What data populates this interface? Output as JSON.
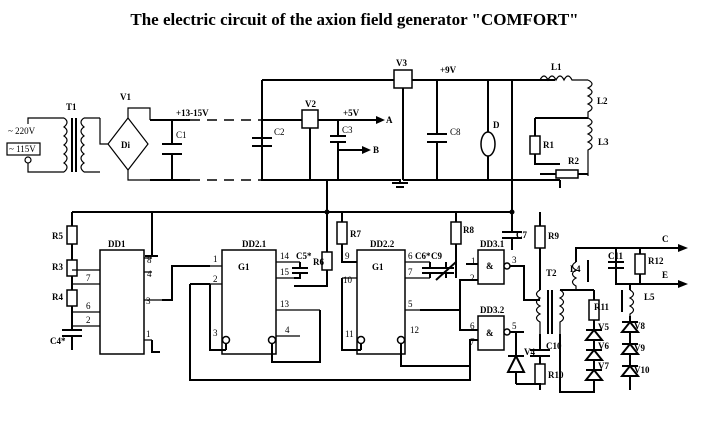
{
  "title": "The electric circuit of the axion field generator \"COMFORT\"",
  "labels": {
    "t1": "T1",
    "v1": "V1",
    "v1_glyph": "Di",
    "mains_220": "~ 220V",
    "mains_115": "~ 115V",
    "c1": "C1",
    "vin": "+13-15V",
    "c2": "C2",
    "v2": "V2",
    "p5v": "+5V",
    "a": "A",
    "b": "B",
    "c3": "C3",
    "v3": "V3",
    "p9v": "+9V",
    "c8": "C8",
    "d": "D",
    "l1": "L1",
    "l2": "L2",
    "l3": "L3",
    "r1": "R1",
    "r2": "R2",
    "r5": "R5",
    "dd1": "DD1",
    "r3": "R3",
    "r4": "R4",
    "c4": "C4*",
    "dd21": "DD2.1",
    "g1": "G1",
    "c5": "C5*",
    "r6": "R6",
    "r7": "R7",
    "dd22": "DD2.2",
    "c6": "C6*",
    "c9": "C9",
    "r8": "R8",
    "c7": "C7",
    "r9": "R9",
    "dd31": "DD3.1",
    "dd32": "DD3.2",
    "amp": "&",
    "v4": "V4",
    "t2": "T2",
    "c10": "C10",
    "r10": "R10",
    "l4": "L4",
    "c11": "C11",
    "r11": "R11",
    "r12": "R12",
    "l5": "L5",
    "out_c": "C",
    "out_e": "E",
    "v5": "V5",
    "v6": "V6",
    "v7": "V7",
    "v8": "V8",
    "v9": "V9",
    "v10": "V10"
  },
  "pins": {
    "dd1_8": "8",
    "dd1_4": "4",
    "dd1_7": "7",
    "dd1_6": "6",
    "dd1_2": "2",
    "dd1_3": "3",
    "dd1_1": "1",
    "dd21_1": "1",
    "dd21_14": "14",
    "dd21_15": "15",
    "dd21_2": "2",
    "dd21_13": "13",
    "dd21_3": "3",
    "dd21_4": "4",
    "dd22_9": "9",
    "dd22_10": "10",
    "dd22_6": "6",
    "dd22_7": "7",
    "dd22_11": "11",
    "dd22_5": "5",
    "dd22_12": "12",
    "dd31_1": "1",
    "dd31_2": "2",
    "dd31_3": "3",
    "dd32_6": "6",
    "dd32_7": "7",
    "dd32_5": "5"
  }
}
